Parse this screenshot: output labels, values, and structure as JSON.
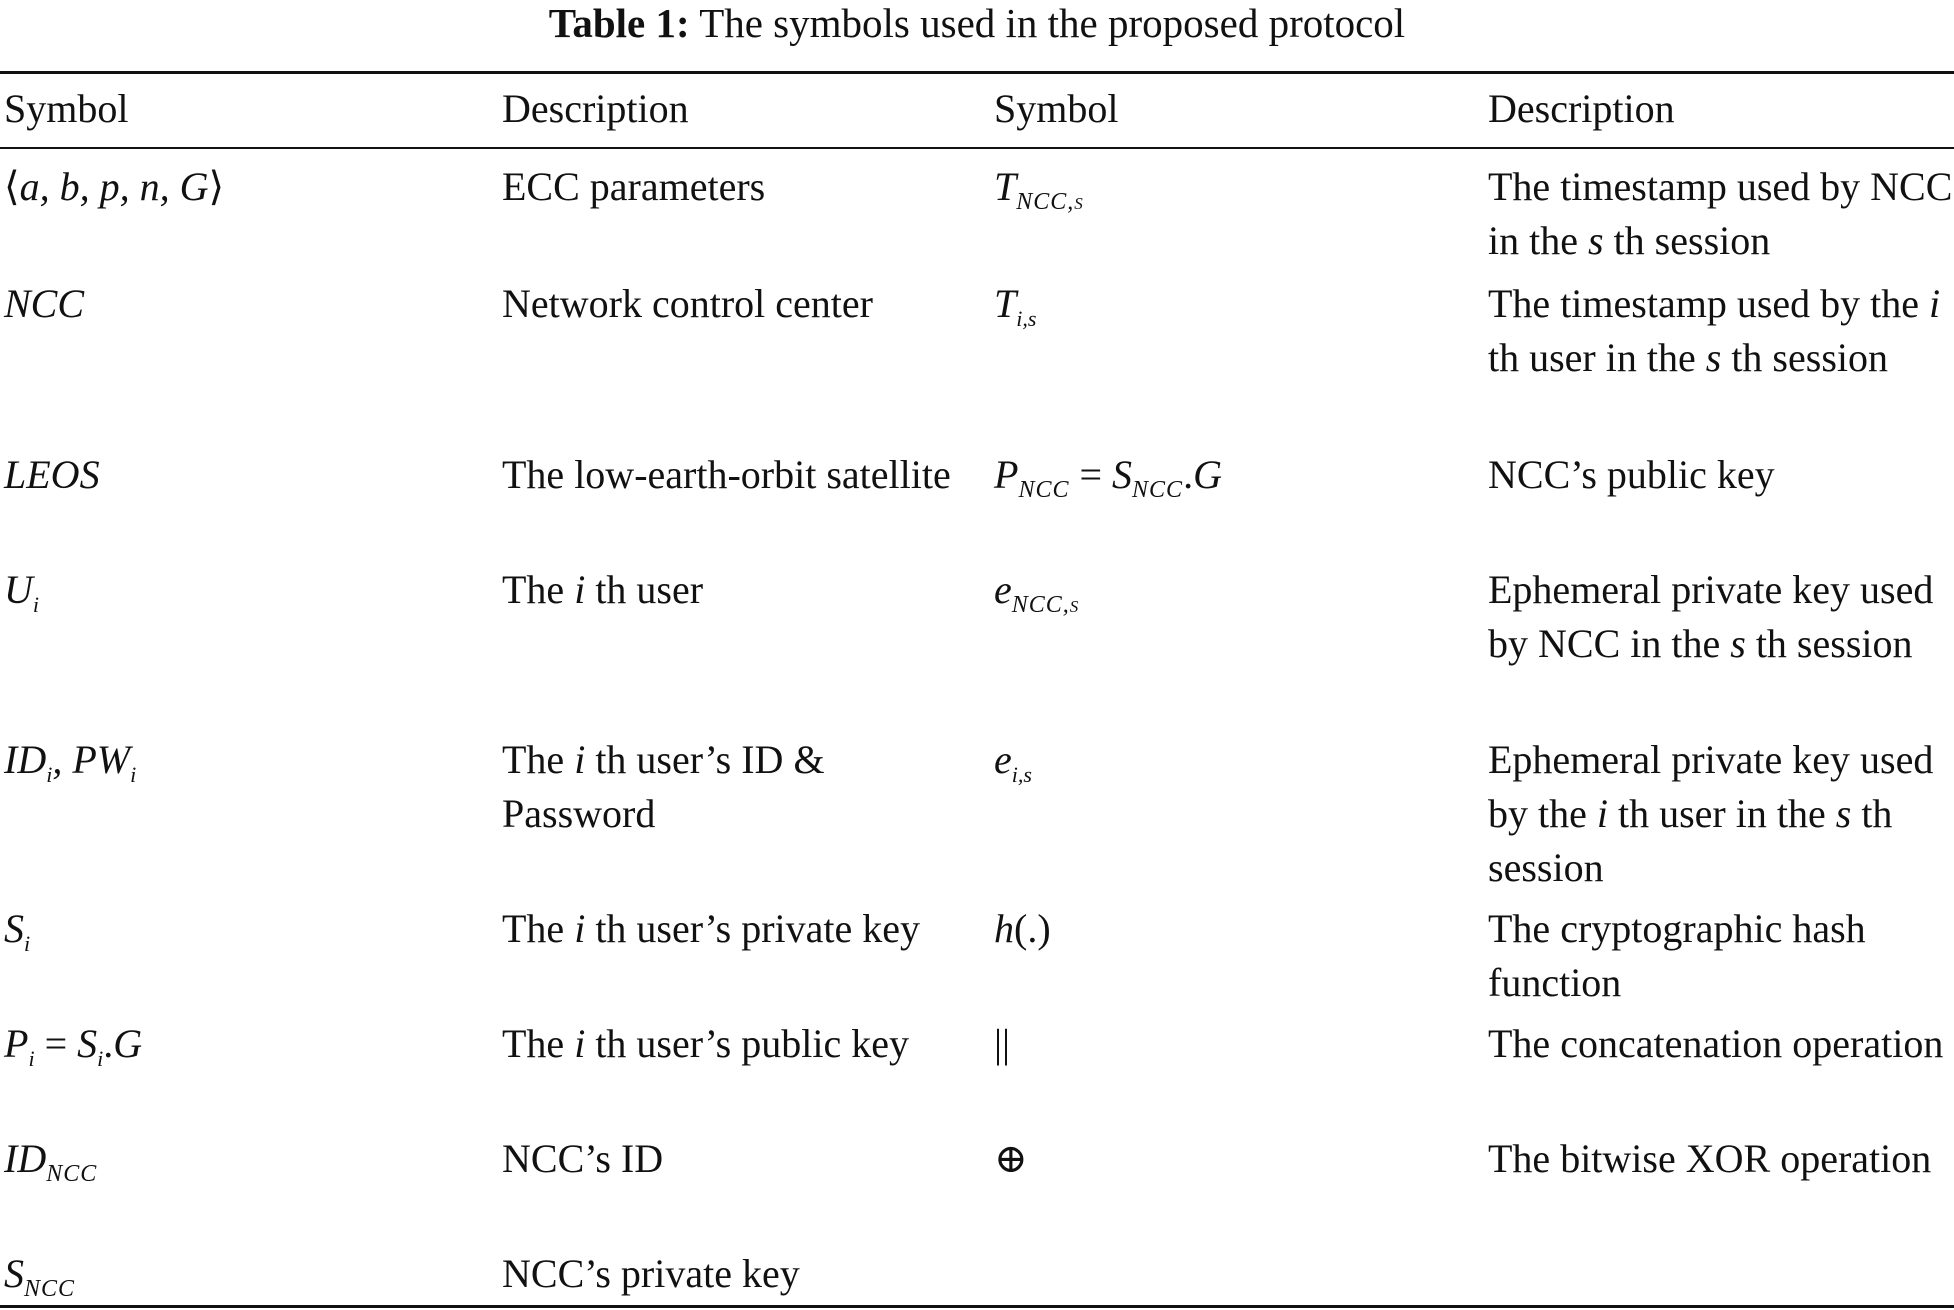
{
  "caption": {
    "label": "Table 1:",
    "text": "The symbols used in the proposed protocol"
  },
  "table": {
    "headers": [
      "Symbol",
      "Description",
      "Symbol",
      "Description"
    ],
    "left": [
      {
        "symbol": "⟨a, b, p, n, G⟩",
        "description": "ECC parameters"
      },
      {
        "symbol": "NCC",
        "description": "Network control center"
      },
      {
        "symbol": "LEOS",
        "description": "The low-earth-orbit satellite"
      },
      {
        "symbol": "U_i",
        "description": "The i th user"
      },
      {
        "symbol": "ID_i, PW_i",
        "description": "The i th user’s ID & Password"
      },
      {
        "symbol": "S_i",
        "description": "The i th user’s private key"
      },
      {
        "symbol": "P_i = S_i.G",
        "description": "The i th user’s public key"
      },
      {
        "symbol": "ID_NCC",
        "description": "NCC’s ID"
      },
      {
        "symbol": "S_NCC",
        "description": "NCC’s private key"
      }
    ],
    "right": [
      {
        "symbol": "T_NCC,s",
        "description": "The timestamp used by NCC in the s th session"
      },
      {
        "symbol": "T_i,s",
        "description": "The timestamp used by the i th user in the s th session"
      },
      {
        "symbol": "P_NCC = S_NCC.G",
        "description": "NCC’s public key"
      },
      {
        "symbol": "e_NCC,s",
        "description": "Ephemeral private key used by NCC in the s th session"
      },
      {
        "symbol": "e_i,s",
        "description": "Ephemeral private key used by the i th user in the s th session"
      },
      {
        "symbol": "h(.)",
        "description": "The cryptographic hash function"
      },
      {
        "symbol": "||",
        "description": "The concatenation operation"
      },
      {
        "symbol": "⊕",
        "description": "The bitwise XOR operation"
      }
    ]
  }
}
